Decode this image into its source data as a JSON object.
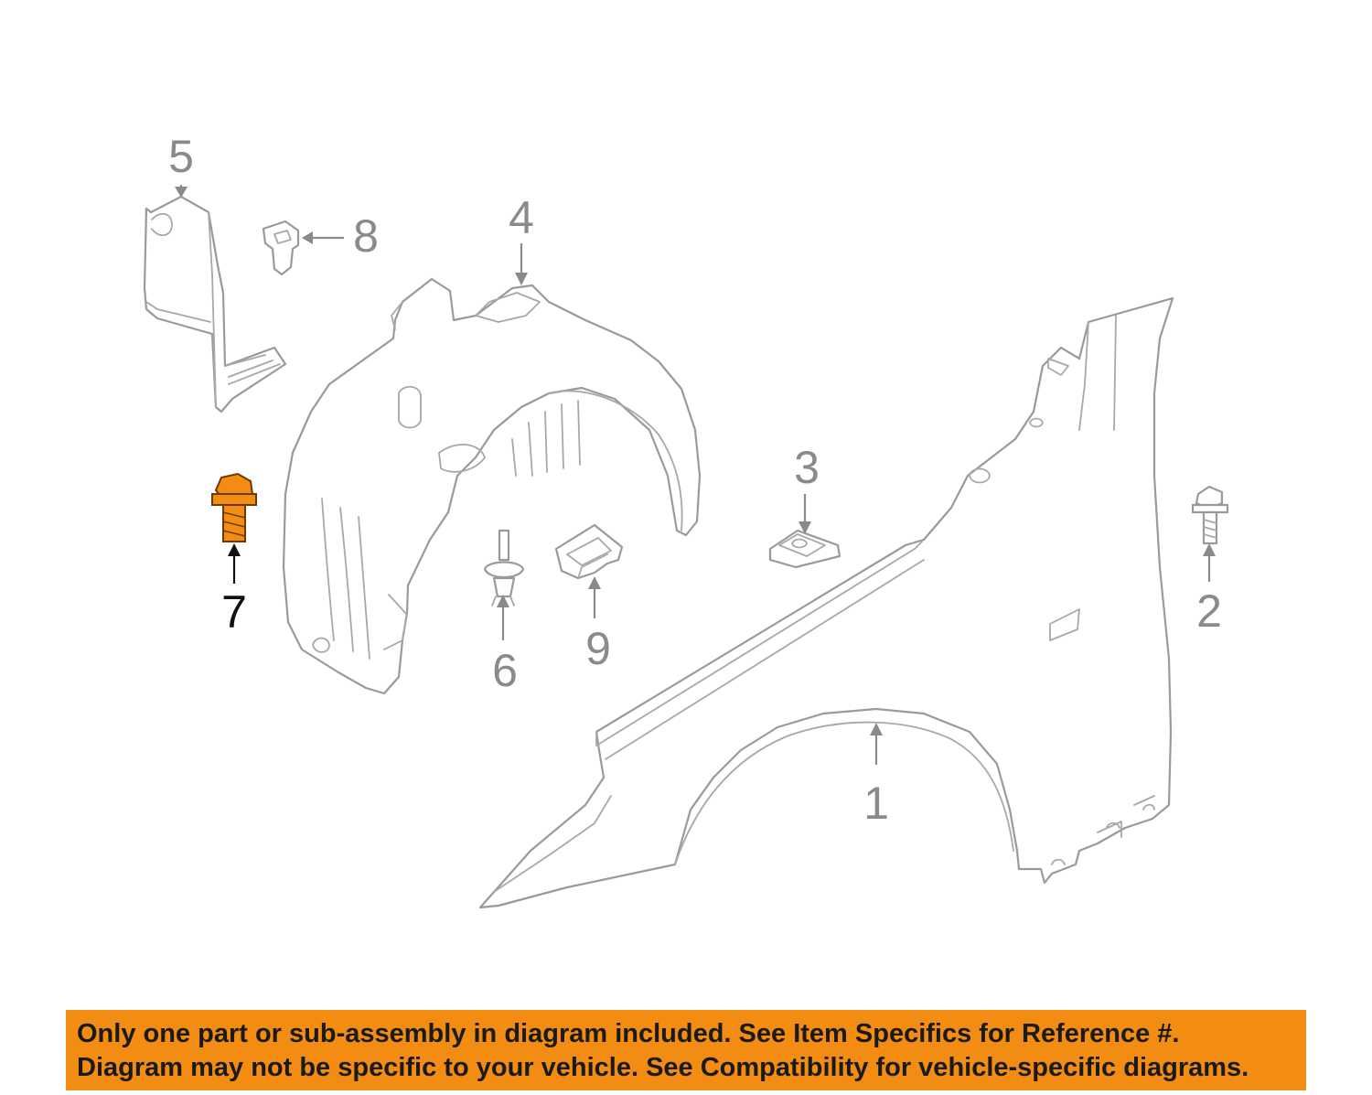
{
  "callouts": {
    "c1": "1",
    "c2": "2",
    "c3": "3",
    "c4": "4",
    "c5": "5",
    "c6": "6",
    "c7": "7",
    "c8": "8",
    "c9": "9"
  },
  "highlighted_part": "7",
  "notice": {
    "line1": "Only one part or sub-assembly in diagram included. See Item Specifics for Reference #.",
    "line2": "Diagram may not be specific to your vehicle. See Compatibility for vehicle-specific diagrams."
  },
  "colors": {
    "highlight": "#f28c12",
    "notice_background": "#f28c12",
    "line_art": "#9a9a9a"
  },
  "icons": [
    "fender-panel",
    "bolt",
    "clip-nut",
    "fender-liner",
    "splash-shield",
    "push-pin-retainer",
    "flange-bolt",
    "square-clip",
    "spring-clip"
  ]
}
